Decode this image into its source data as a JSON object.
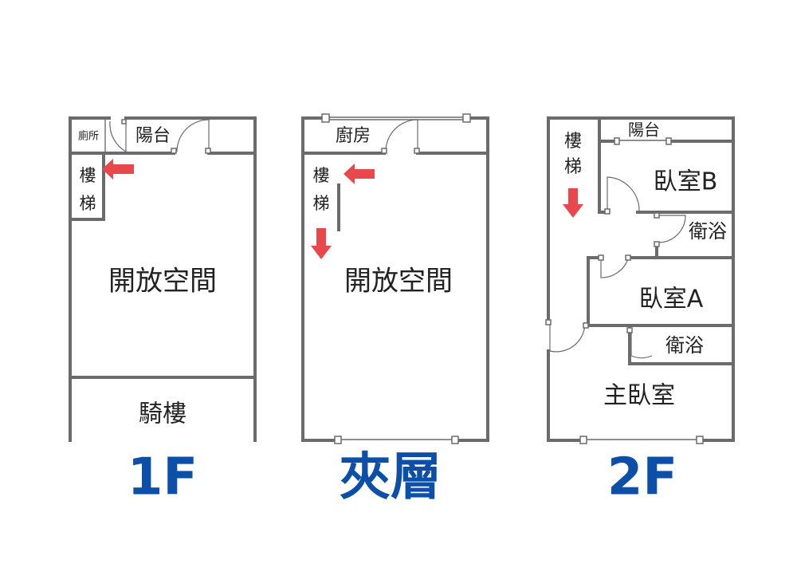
{
  "accent_color": "#0b4fa8",
  "arrow_color": "#e8484b",
  "floors": [
    {
      "label": "1F",
      "rooms": {
        "toilet": "廁所",
        "balcony": "陽台",
        "stair_1": "樓",
        "stair_2": "梯",
        "open_space": "開放空間",
        "arcade": "騎樓"
      }
    },
    {
      "label": "夾層",
      "rooms": {
        "kitchen": "廚房",
        "stair_1": "樓",
        "stair_2": "梯",
        "open_space": "開放空間"
      }
    },
    {
      "label": "2F",
      "rooms": {
        "stair_1": "樓",
        "stair_2": "梯",
        "balcony": "陽台",
        "bedroom_b": "臥室B",
        "bath_1": "衛浴",
        "bedroom_a": "臥室A",
        "bath_2": "衛浴",
        "master_bedroom": "主臥室"
      }
    }
  ]
}
